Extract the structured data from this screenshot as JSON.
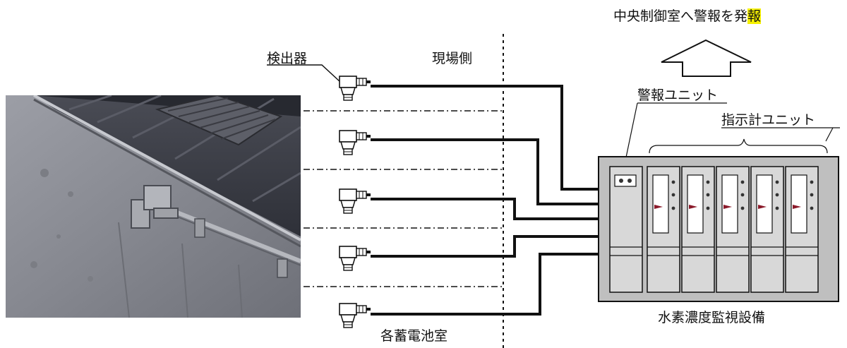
{
  "labels": {
    "title_main": "中央制御室へ警報を発",
    "title_highlight": "報",
    "detector": "検出器",
    "field_side": "現場側",
    "alarm_unit": "警報ユニット",
    "indicator_unit": "指示計ユニット",
    "battery_rooms": "各蓄電池室",
    "monitoring_equipment": "水素濃度監視設備"
  },
  "detectors": [
    {
      "id": "detector-1"
    },
    {
      "id": "detector-2"
    },
    {
      "id": "detector-3"
    },
    {
      "id": "detector-4"
    },
    {
      "id": "detector-5"
    }
  ],
  "indicator_unit_count": 5,
  "colors": {
    "line": "#111111",
    "panel_fill": "#bfbfbf",
    "unit_fill": "#d8d8d8",
    "highlight": "#f5f000",
    "pointer": "#8b1a2a"
  }
}
